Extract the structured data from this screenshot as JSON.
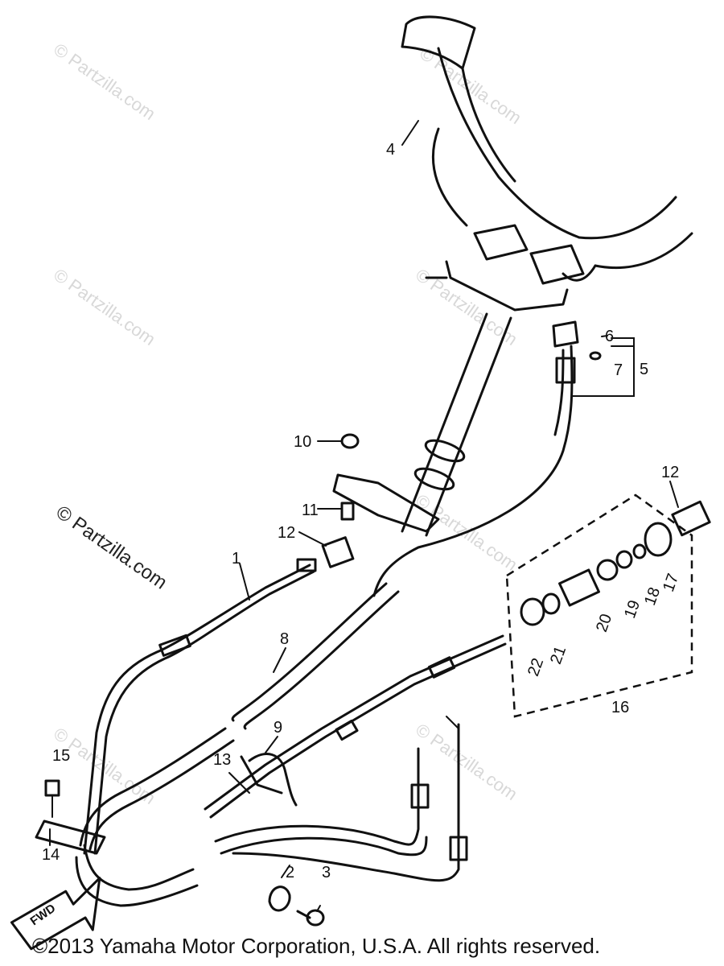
{
  "watermarks": {
    "faint": "© Partzilla.com",
    "prominent": "© Partzilla.com"
  },
  "callouts": [
    {
      "label": "1"
    },
    {
      "label": "2"
    },
    {
      "label": "3"
    },
    {
      "label": "4"
    },
    {
      "label": "5"
    },
    {
      "label": "6"
    },
    {
      "label": "7"
    },
    {
      "label": "8"
    },
    {
      "label": "9"
    },
    {
      "label": "10"
    },
    {
      "label": "11"
    },
    {
      "label": "12"
    },
    {
      "label": "12"
    },
    {
      "label": "13"
    },
    {
      "label": "14"
    },
    {
      "label": "15"
    },
    {
      "label": "16"
    },
    {
      "label": "17"
    },
    {
      "label": "18"
    },
    {
      "label": "19"
    },
    {
      "label": "20"
    },
    {
      "label": "21"
    },
    {
      "label": "22"
    }
  ],
  "direction_arrow": "FWD",
  "copyright": "©2013  Yamaha Motor Corporation, U.S.A. All rights reserved."
}
